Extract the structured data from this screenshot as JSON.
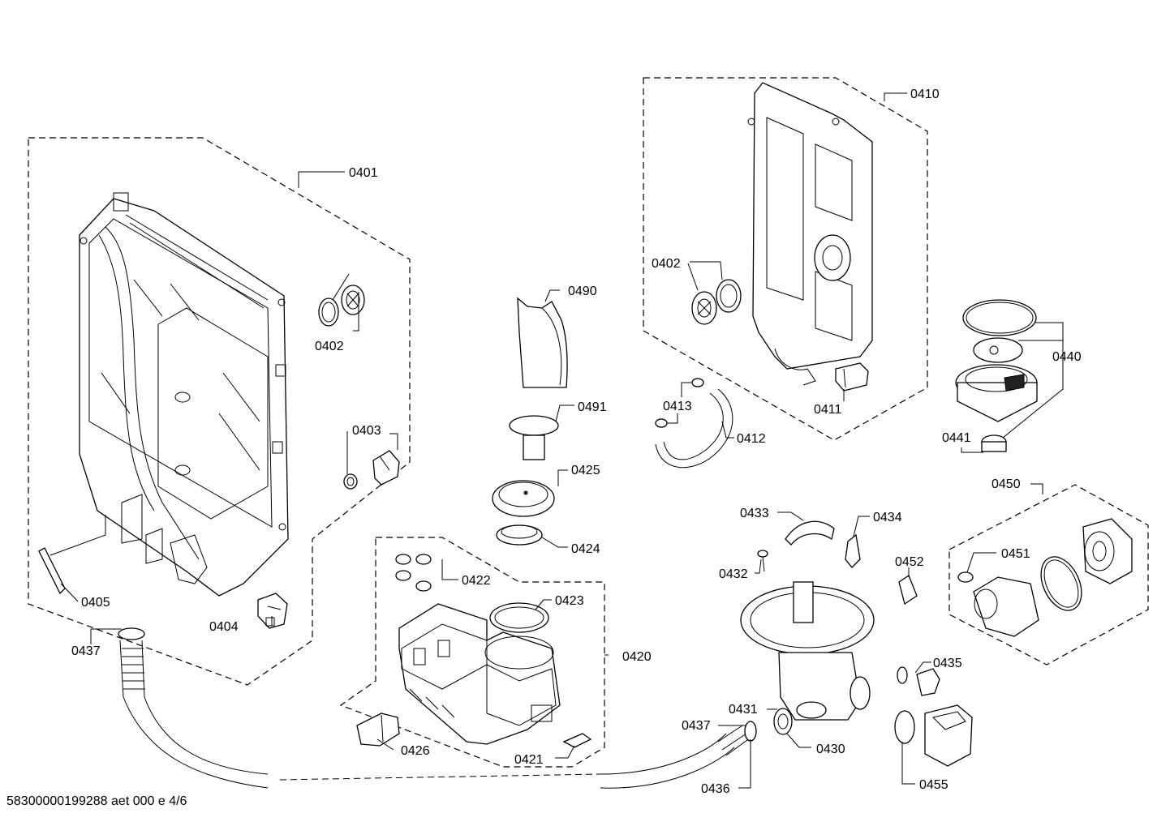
{
  "footer": "58300000199288 aet 000 e 4/6",
  "labels": {
    "l0401": "0401",
    "l0402a": "0402",
    "l0403": "0403",
    "l0404": "0404",
    "l0405": "0405",
    "l0437a": "0437",
    "l0490": "0490",
    "l0491": "0491",
    "l0425": "0425",
    "l0424": "0424",
    "l0422": "0422",
    "l0423": "0423",
    "l0420": "0420",
    "l0426": "0426",
    "l0421": "0421",
    "l0410": "0410",
    "l0402b": "0402",
    "l0411": "0411",
    "l0413": "0413",
    "l0412": "0412",
    "l0440": "0440",
    "l0441": "0441",
    "l0450": "0450",
    "l0451": "0451",
    "l0433": "0433",
    "l0434": "0434",
    "l0432": "0432",
    "l0452": "0452",
    "l0435": "0435",
    "l0431": "0431",
    "l0437b": "0437",
    "l0430": "0430",
    "l0436": "0436",
    "l0455": "0455"
  }
}
